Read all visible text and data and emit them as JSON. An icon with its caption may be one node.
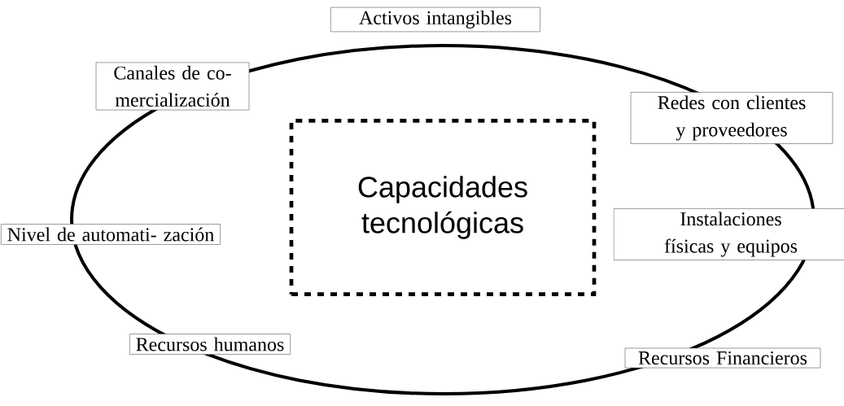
{
  "diagram": {
    "nodes": [
      {
        "text": [
          "Activos intangibles"
        ]
      },
      {
        "text": [
          "Canales de co- mercialización"
        ]
      },
      {
        "text": [
          "Redes con clientes y proveedores"
        ]
      },
      {
        "text": [
          "Capacidades tecnológicas"
        ]
      },
      {
        "text": [
          "Nivel de automati- zación"
        ]
      },
      {
        "text": [
          "Instalaciones físicas y equipos"
        ]
      },
      {
        "text": [
          "Recursos humanos"
        ]
      },
      {
        "text": [
          "Recursos Financieros"
        ]
      }
    ]
  }
}
